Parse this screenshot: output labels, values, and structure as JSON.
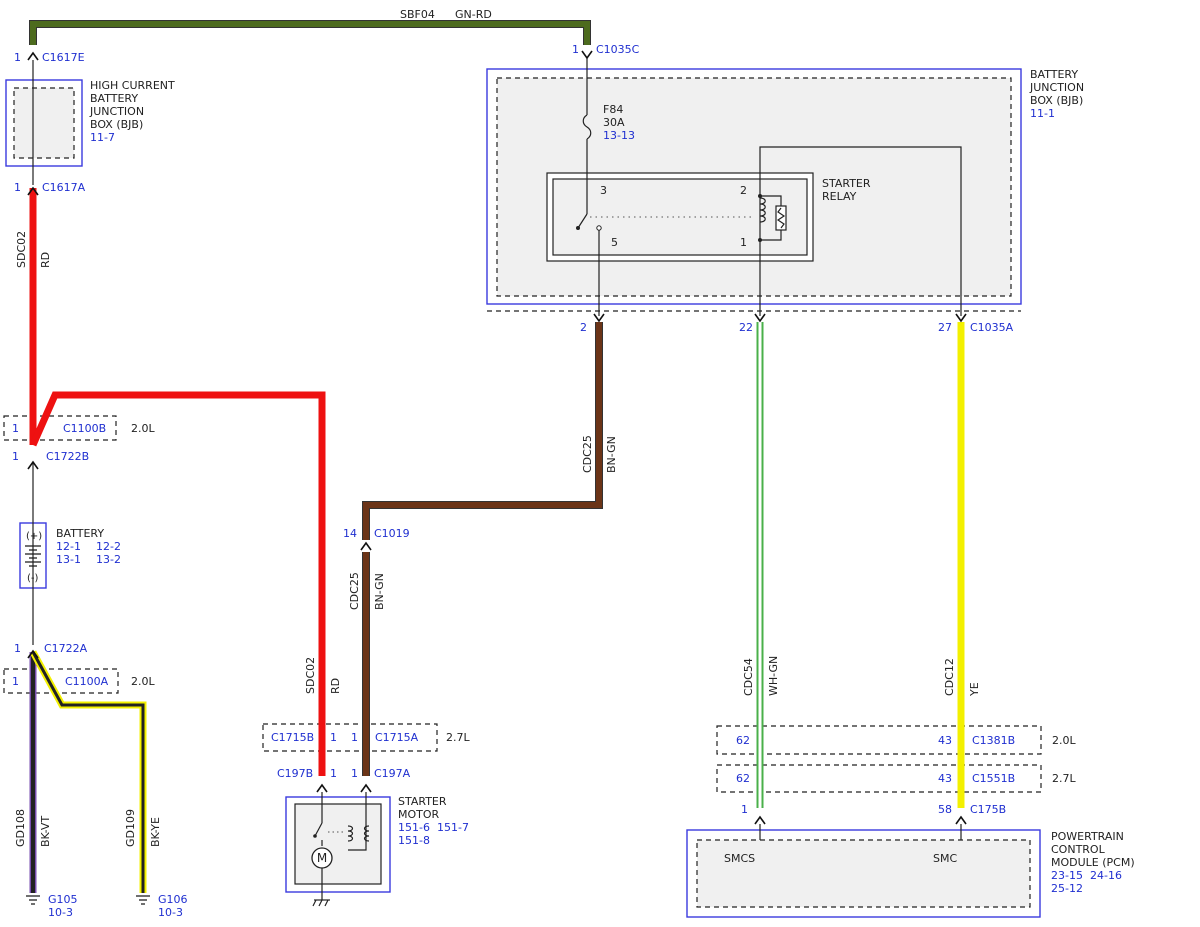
{
  "colors": {
    "GN-RD": "#4d6b1e",
    "RD": "#ee1111",
    "BN-GN": "#6b3417",
    "WH-GN": "#4ab04a",
    "YE": "#f3f000",
    "BK-VT": "#222222",
    "BK-YE": "#222222",
    "component_outline": "#3a3adf",
    "reference_text": "#1f2fd0"
  },
  "wires": {
    "sbf04": {
      "circuit": "SBF04",
      "color": "GN-RD"
    },
    "sdc02_top": {
      "circuit": "SDC02",
      "color": "RD"
    },
    "sdc02_low": {
      "circuit": "SDC02",
      "color": "RD"
    },
    "cdc25_upper": {
      "circuit": "CDC25",
      "color": "BN-GN"
    },
    "cdc25_lower": {
      "circuit": "CDC25",
      "color": "BN-GN"
    },
    "cdc54": {
      "circuit": "CDC54",
      "color": "WH-GN"
    },
    "cdc12": {
      "circuit": "CDC12",
      "color": "YE"
    },
    "gd108": {
      "circuit": "GD108",
      "color": "BK-VT"
    },
    "gd109": {
      "circuit": "GD109",
      "color": "BK-YE"
    }
  },
  "connectors": {
    "c1617e": {
      "pin": "1",
      "name": "C1617E"
    },
    "c1617a": {
      "pin": "1",
      "name": "C1617A"
    },
    "c1035c": {
      "pin": "1",
      "name": "C1035C"
    },
    "c1035a": {
      "name": "C1035A",
      "pin_a": "2",
      "pin_b": "22",
      "pin_c": "27"
    },
    "c1100b": {
      "pin": "1",
      "name": "C1100B",
      "variant": "2.0L"
    },
    "c1722b": {
      "pin": "1",
      "name": "C1722B"
    },
    "c1722a": {
      "pin": "1",
      "name": "C1722A"
    },
    "c1100a": {
      "pin": "1",
      "name": "C1100A",
      "variant": "2.0L"
    },
    "c1019": {
      "pin": "14",
      "name": "C1019"
    },
    "c1715": {
      "name_b": "C1715B",
      "pin_b": "1",
      "pin_a": "1",
      "name_a": "C1715A",
      "variant": "2.7L"
    },
    "c197": {
      "name_b": "C197B",
      "pin_b": "1",
      "pin_a": "1",
      "name_a": "C197A"
    },
    "c1381b": {
      "pin_a": "62",
      "pin_b": "43",
      "name": "C1381B",
      "variant": "2.0L"
    },
    "c1551b": {
      "pin_a": "62",
      "pin_b": "43",
      "name": "C1551B",
      "variant": "2.7L"
    },
    "c175b": {
      "pin_a": "1",
      "pin_b": "58",
      "name": "C175B"
    }
  },
  "components": {
    "hcbjb": {
      "lines": [
        "HIGH CURRENT",
        "BATTERY",
        "JUNCTION",
        "BOX (BJB)"
      ],
      "ref": "11-7"
    },
    "bjb": {
      "lines": [
        "BATTERY",
        "JUNCTION",
        "BOX (BJB)"
      ],
      "ref": "11-1"
    },
    "fuse": {
      "name": "F84",
      "rating": "30A",
      "ref": "13-13"
    },
    "relay": {
      "lines": [
        "STARTER",
        "RELAY"
      ],
      "pin3": "3",
      "pin5": "5",
      "pin2": "2",
      "pin1": "1"
    },
    "battery": {
      "title": "BATTERY",
      "ref1": "12-1",
      "ref2": "12-2",
      "ref3": "13-1",
      "ref4": "13-2",
      "plus": "(+)",
      "minus": "(-)"
    },
    "starter": {
      "lines": [
        "STARTER",
        "MOTOR"
      ],
      "ref1": "151-6",
      "ref2": "151-7",
      "ref3": "151-8"
    },
    "pcm": {
      "lines": [
        "POWERTRAIN",
        "CONTROL",
        "MODULE (PCM)"
      ],
      "ref1": "23-15",
      "ref2": "24-16",
      "ref3": "25-12",
      "pin_smcs": "SMCS",
      "pin_smc": "SMC"
    }
  },
  "grounds": {
    "g105": {
      "name": "G105",
      "ref": "10-3"
    },
    "g106": {
      "name": "G106",
      "ref": "10-3"
    }
  }
}
